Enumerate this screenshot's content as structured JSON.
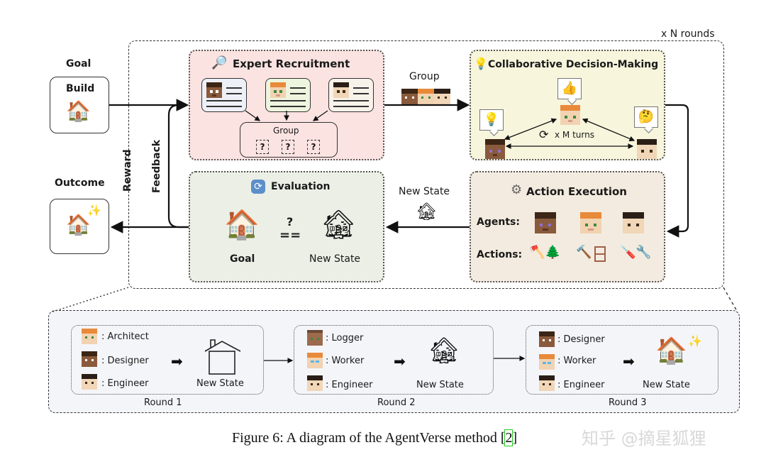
{
  "outer": {
    "label": "x N rounds"
  },
  "goal": {
    "title": "Goal",
    "box_label": "Build",
    "icon": "house-icon"
  },
  "outcome": {
    "title": "Outcome",
    "icon": "house-with-sparkles-icon"
  },
  "feedback": {
    "line1": "Reward",
    "line2": "Feedback"
  },
  "expert_recruitment": {
    "title": "Expert Recruitment",
    "icon": "magnifier-icon",
    "group_label": "Group",
    "unknown_slots": [
      "?",
      "?",
      "?"
    ],
    "colors": {
      "background": "#fbe3e1"
    }
  },
  "group_arrow": {
    "label": "Group"
  },
  "collab": {
    "title": "Collaborative Decision-Making",
    "icon": "lightbulb-icon",
    "turns_label": "x M turns",
    "bubbles": [
      "lightbulb-icon",
      "thumbs-up-icon",
      "thinking-face-icon"
    ],
    "colors": {
      "background": "#f7f5dc"
    }
  },
  "action": {
    "title": "Action Execution",
    "icon": "gear-icon",
    "agents_label": "Agents:",
    "actions_label": "Actions:",
    "action_icons": [
      [
        "axe-icon",
        "tree-icon"
      ],
      [
        "hammer-icon",
        "window-icon"
      ],
      [
        "screwdriver-icon",
        "wrench-icon"
      ]
    ],
    "colors": {
      "background": "#f3ebdf"
    }
  },
  "new_state_arrow": {
    "label": "New State"
  },
  "evaluation": {
    "title": "Evaluation",
    "icon": "refresh-icon",
    "goal_label": "Goal",
    "compare_symbol": "==",
    "question_mark": "?",
    "new_state_label": "New State",
    "colors": {
      "background": "#ecefe6"
    }
  },
  "rounds": [
    {
      "label": "Round 1",
      "roles": [
        ": Architect",
        ": Designer",
        ": Engineer"
      ],
      "state_label": "New State",
      "state_icon": "house-outline-icon"
    },
    {
      "label": "Round 2",
      "roles": [
        ": Logger",
        ": Worker",
        ": Engineer"
      ],
      "state_label": "New State",
      "state_icon": "broken-house-icon"
    },
    {
      "label": "Round 3",
      "roles": [
        ": Designer",
        ": Worker",
        ": Engineer"
      ],
      "state_label": "New State",
      "state_icon": "house-with-sparkles-icon"
    }
  ],
  "caption": {
    "text": "Figure 6: A diagram of the AgentVerse method [",
    "ref": "2",
    "close": "]"
  },
  "watermark": "知乎 @摘星狐狸",
  "colors": {
    "rounds_background": "#f4f5f9",
    "link_box": "#22cc22"
  }
}
